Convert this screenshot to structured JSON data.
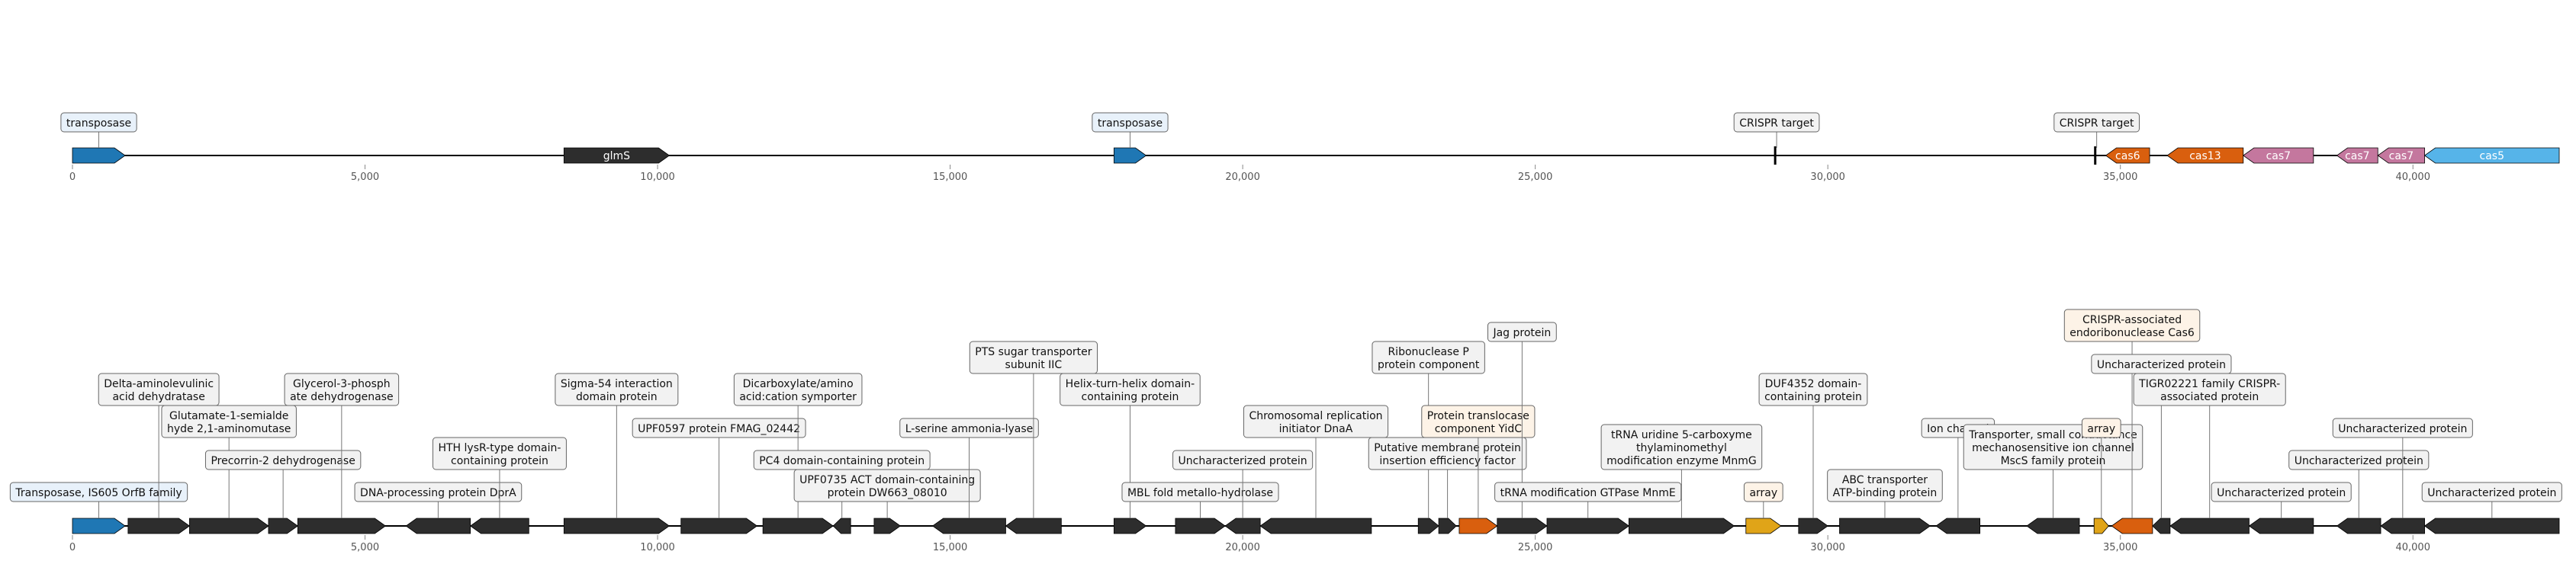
{
  "colors": {
    "background": "#ffffff",
    "dark_gene": "#2d2d2d",
    "transposase": "#1f77b4",
    "crispr_orange": "#d95f0e",
    "cas7_pink": "#c4779e",
    "cas5_blue": "#56b4e9",
    "array_gold": "#e0a418",
    "label_box_fill": "#f2f2f2",
    "label_box_fill_blue": "#e8f1fa",
    "label_box_fill_peach": "#fdf3e7",
    "axis_text": "#555555"
  },
  "tracks": [
    {
      "id": "overview",
      "axis": {
        "min": 0,
        "max": 42500,
        "ticks": [
          0,
          5000,
          10000,
          15000,
          20000,
          25000,
          30000,
          35000,
          40000
        ],
        "tick_labels": [
          "0",
          "5,000",
          "10,000",
          "15,000",
          "20,000",
          "25,000",
          "30,000",
          "35,000",
          "40,000"
        ]
      },
      "features": [
        {
          "start": 0,
          "end": 900,
          "strand": 1,
          "color": "#1f77b4",
          "inside": "",
          "label": "transposase",
          "label_style": "blue",
          "level": 0
        },
        {
          "start": 8400,
          "end": 10200,
          "strand": 1,
          "color": "#2d2d2d",
          "inside": "glmS",
          "label": "",
          "label_style": "gray",
          "level": 0
        },
        {
          "start": 17800,
          "end": 18350,
          "strand": 1,
          "color": "#1f77b4",
          "inside": "",
          "label": "transposase",
          "label_style": "blue",
          "level": 0
        },
        {
          "start": 29100,
          "end": 29150,
          "strand": 0,
          "color": "#2d2d2d",
          "inside": "",
          "label": "CRISPR target",
          "label_style": "gray",
          "level": 0
        },
        {
          "start": 34570,
          "end": 34620,
          "strand": 0,
          "color": "#2d2d2d",
          "inside": "",
          "label": "CRISPR target",
          "label_style": "gray",
          "level": 0
        },
        {
          "start": 34750,
          "end": 35500,
          "strand": -1,
          "color": "#d95f0e",
          "inside": "cas6",
          "label": "",
          "label_style": "gray",
          "level": 0
        },
        {
          "start": 35800,
          "end": 37100,
          "strand": -1,
          "color": "#d95f0e",
          "inside": "cas13",
          "label": "",
          "label_style": "gray",
          "level": 0
        },
        {
          "start": 37100,
          "end": 38300,
          "strand": -1,
          "color": "#c4779e",
          "inside": "cas7",
          "label": "",
          "label_style": "gray",
          "level": 0
        },
        {
          "start": 38700,
          "end": 39400,
          "strand": -1,
          "color": "#c4779e",
          "inside": "cas7",
          "label": "",
          "label_style": "gray",
          "level": 0
        },
        {
          "start": 39400,
          "end": 40200,
          "strand": -1,
          "color": "#c4779e",
          "inside": "cas7",
          "label": "",
          "label_style": "gray",
          "level": 0
        },
        {
          "start": 40200,
          "end": 42500,
          "strand": -1,
          "color": "#56b4e9",
          "inside": "cas5",
          "label": "",
          "label_style": "gray",
          "level": 0
        }
      ]
    },
    {
      "id": "detail",
      "axis": {
        "min": 0,
        "max": 42500,
        "ticks": [
          0,
          5000,
          10000,
          15000,
          20000,
          25000,
          30000,
          35000,
          40000
        ],
        "tick_labels": [
          "0",
          "5,000",
          "10,000",
          "15,000",
          "20,000",
          "25,000",
          "30,000",
          "35,000",
          "40,000"
        ]
      },
      "features": [
        {
          "start": 0,
          "end": 900,
          "strand": 1,
          "color": "#1f77b4",
          "inside": "",
          "label": "Transposase, IS605 OrfB family",
          "label_style": "blue",
          "level": 0
        },
        {
          "start": 950,
          "end": 2000,
          "strand": 1,
          "color": "#2d2d2d",
          "inside": "",
          "label": "Delta-aminolevulinic\nacid dehydratase",
          "label_style": "gray",
          "level": 3
        },
        {
          "start": 2000,
          "end": 3350,
          "strand": 1,
          "color": "#2d2d2d",
          "inside": "",
          "label": "Glutamate-1-semialde\nhyde 2,1-aminomutase",
          "label_style": "gray",
          "level": 2
        },
        {
          "start": 3350,
          "end": 3850,
          "strand": 1,
          "color": "#2d2d2d",
          "inside": "",
          "label": "Precorrin-2 dehydrogenase",
          "label_style": "gray",
          "level": 1,
          "row": "upper"
        },
        {
          "start": 3850,
          "end": 5350,
          "strand": 1,
          "color": "#2d2d2d",
          "inside": "",
          "label": "Glycerol-3-phosph\nate dehydrogenase",
          "label_style": "gray",
          "level": 3
        },
        {
          "start": 5700,
          "end": 6800,
          "strand": -1,
          "color": "#2d2d2d",
          "inside": "",
          "label": "DNA-processing protein DprA",
          "label_style": "gray",
          "level": 0
        },
        {
          "start": 6800,
          "end": 7800,
          "strand": -1,
          "color": "#2d2d2d",
          "inside": "",
          "label": "HTH lysR-type domain-\ncontaining protein",
          "label_style": "gray",
          "level": 1
        },
        {
          "start": 8400,
          "end": 10200,
          "strand": 1,
          "color": "#2d2d2d",
          "inside": "",
          "label": "Sigma-54 interaction\ndomain protein",
          "label_style": "gray",
          "level": 3
        },
        {
          "start": 10400,
          "end": 11700,
          "strand": 1,
          "color": "#2d2d2d",
          "inside": "",
          "label": "UPF0597 protein FMAG_02442",
          "label_style": "gray",
          "level": 2
        },
        {
          "start": 11800,
          "end": 13000,
          "strand": 1,
          "color": "#2d2d2d",
          "inside": "",
          "label": "Dicarboxylate/amino\nacid:cation symporter",
          "label_style": "gray",
          "level": 3
        },
        {
          "start": 13000,
          "end": 13300,
          "strand": -1,
          "color": "#2d2d2d",
          "inside": "",
          "label": "PC4 domain-containing protein",
          "label_style": "gray",
          "level": 1
        },
        {
          "start": 13700,
          "end": 14150,
          "strand": 1,
          "color": "#2d2d2d",
          "inside": "",
          "label": "UPF0735 ACT domain-containing\nprotein DW663_08010",
          "label_style": "gray",
          "level": 0
        },
        {
          "start": 14700,
          "end": 15950,
          "strand": -1,
          "color": "#2d2d2d",
          "inside": "",
          "label": "L-serine ammonia-lyase",
          "label_style": "gray",
          "level": 2
        },
        {
          "start": 15950,
          "end": 16900,
          "strand": -1,
          "color": "#2d2d2d",
          "inside": "",
          "label": "PTS sugar transporter\nsubunit IIC",
          "label_style": "gray",
          "level": 4,
          "row": "upper"
        },
        {
          "start": 17800,
          "end": 18350,
          "strand": 1,
          "color": "#2d2d2d",
          "inside": "",
          "label": "Helix-turn-helix domain-\ncontaining protein",
          "label_style": "gray",
          "level": 3
        },
        {
          "start": 18850,
          "end": 19700,
          "strand": 1,
          "color": "#2d2d2d",
          "inside": "",
          "label": "MBL fold metallo-hydrolase",
          "label_style": "gray",
          "level": 0
        },
        {
          "start": 19700,
          "end": 20300,
          "strand": -1,
          "color": "#2d2d2d",
          "inside": "",
          "label": "Uncharacterized protein",
          "label_style": "gray",
          "level": 1
        },
        {
          "start": 20300,
          "end": 22200,
          "strand": -1,
          "color": "#2d2d2d",
          "inside": "",
          "label": "Chromosomal replication\ninitiator DnaA",
          "label_style": "gray",
          "level": 2
        },
        {
          "start": 23000,
          "end": 23350,
          "strand": 1,
          "color": "#2d2d2d",
          "inside": "",
          "label": "Ribonuclease P\nprotein component",
          "label_style": "gray",
          "level": 4
        },
        {
          "start": 23350,
          "end": 23650,
          "strand": 1,
          "color": "#2d2d2d",
          "inside": "",
          "label": "Putative membrane protein\ninsertion efficiency factor",
          "label_style": "gray",
          "level": 1
        },
        {
          "start": 23700,
          "end": 24350,
          "strand": 1,
          "color": "#d95f0e",
          "inside": "",
          "label": "Protein translocase\ncomponent YidC",
          "label_style": "peach",
          "level": 2
        },
        {
          "start": 24350,
          "end": 25200,
          "strand": 1,
          "color": "#2d2d2d",
          "inside": "",
          "label": "Jag protein",
          "label_style": "gray",
          "level": 5
        },
        {
          "start": 25200,
          "end": 26600,
          "strand": 1,
          "color": "#2d2d2d",
          "inside": "",
          "label": "tRNA modification GTPase MnmE",
          "label_style": "gray",
          "level": 0
        },
        {
          "start": 26600,
          "end": 28400,
          "strand": 1,
          "color": "#2d2d2d",
          "inside": "",
          "label": "tRNA uridine 5-carboxyme\nthylaminomethyl\nmodification enzyme MnmG",
          "label_style": "gray",
          "level": 1
        },
        {
          "start": 28600,
          "end": 29200,
          "strand": 1,
          "color": "#e0a418",
          "inside": "",
          "label": "array",
          "label_style": "peach",
          "level": 0
        },
        {
          "start": 29500,
          "end": 30000,
          "strand": 1,
          "color": "#2d2d2d",
          "inside": "",
          "label": "DUF4352 domain-\ncontaining protein",
          "label_style": "gray",
          "level": 3
        },
        {
          "start": 30200,
          "end": 31750,
          "strand": 1,
          "color": "#2d2d2d",
          "inside": "",
          "label": "ABC transporter\nATP-binding protein",
          "label_style": "gray",
          "level": 0
        },
        {
          "start": 31850,
          "end": 32600,
          "strand": -1,
          "color": "#2d2d2d",
          "inside": "",
          "label": "Ion channel",
          "label_style": "gray",
          "level": 2
        },
        {
          "start": 33400,
          "end": 34300,
          "strand": -1,
          "color": "#2d2d2d",
          "inside": "",
          "label": "Transporter, small conductance\nmechanosensitive ion channel\nMscS family protein",
          "label_style": "gray",
          "level": 1
        },
        {
          "start": 34550,
          "end": 34800,
          "strand": 1,
          "color": "#e0a418",
          "inside": "",
          "label": "array",
          "label_style": "peach",
          "level": 2
        },
        {
          "start": 34850,
          "end": 35550,
          "strand": -1,
          "color": "#d95f0e",
          "inside": "",
          "label": "CRISPR-associated\nendoribonuclease Cas6",
          "label_style": "peach",
          "level": 5
        },
        {
          "start": 35550,
          "end": 35850,
          "strand": -1,
          "color": "#2d2d2d",
          "inside": "",
          "label": "Uncharacterized protein",
          "label_style": "gray",
          "level": 4
        },
        {
          "start": 35850,
          "end": 37200,
          "strand": -1,
          "color": "#2d2d2d",
          "inside": "",
          "label": "TIGR02221 family CRISPR-\nassociated protein",
          "label_style": "gray",
          "level": 3
        },
        {
          "start": 37200,
          "end": 38300,
          "strand": -1,
          "color": "#2d2d2d",
          "inside": "",
          "label": "Uncharacterized protein",
          "label_style": "gray",
          "level": 0
        },
        {
          "start": 38700,
          "end": 39450,
          "strand": -1,
          "color": "#2d2d2d",
          "inside": "",
          "label": "Uncharacterized protein",
          "label_style": "gray",
          "level": 1
        },
        {
          "start": 39450,
          "end": 40200,
          "strand": -1,
          "color": "#2d2d2d",
          "inside": "",
          "label": "Uncharacterized protein",
          "label_style": "gray",
          "level": 2
        },
        {
          "start": 40200,
          "end": 42500,
          "strand": -1,
          "color": "#2d2d2d",
          "inside": "",
          "label": "Uncharacterized protein",
          "label_style": "gray",
          "level": 0
        }
      ]
    }
  ]
}
